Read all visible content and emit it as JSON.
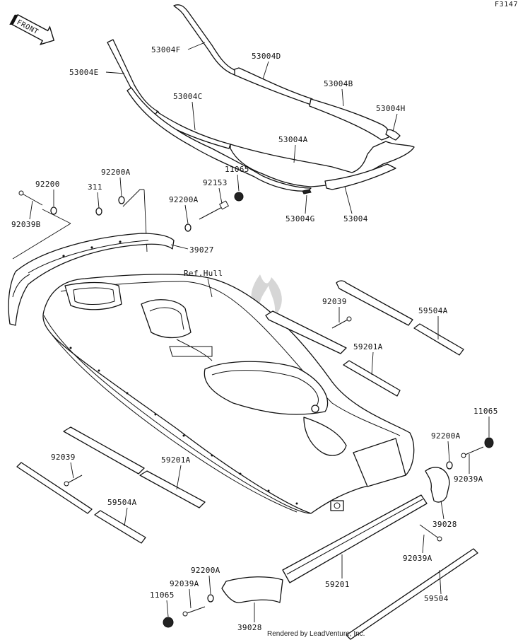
{
  "header": {
    "code": "F3147",
    "direction_label": "FRONT"
  },
  "reference": {
    "hull": "Ref.Hull"
  },
  "parts": {
    "p53004F": "53004F",
    "p53004D": "53004D",
    "p53004E": "53004E",
    "p53004B": "53004B",
    "p53004C": "53004C",
    "p53004H": "53004H",
    "p53004A": "53004A",
    "p53004G": "53004G",
    "p53004": "53004",
    "p92200": "92200",
    "p92200A_top": "92200A",
    "p311": "311",
    "p92153": "92153",
    "p11065_top": "11065",
    "p92200A_mid": "92200A",
    "p92039B": "92039B",
    "p39027": "39027",
    "p92039_right": "92039",
    "p59504A_right": "59504A",
    "p59201A_right": "59201A",
    "p11065_right": "11065",
    "p92200A_right": "92200A",
    "p92039A_right": "92039A",
    "p92039_left": "92039",
    "p59201A_left": "59201A",
    "p59504A_left": "59504A",
    "p39028_right": "39028",
    "p92039A_low": "92039A",
    "p92200A_low": "92200A",
    "p92039A_left": "92039A",
    "p11065_left": "11065",
    "p59201": "59201",
    "p59504": "59504",
    "p39028_bottom": "39028"
  },
  "footer": {
    "credit": "Rendered by LeadVenture, Inc."
  }
}
